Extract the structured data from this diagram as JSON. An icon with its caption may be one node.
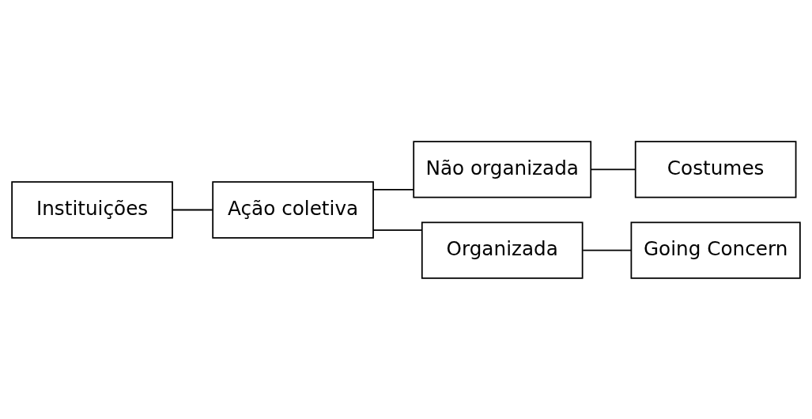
{
  "diagram": {
    "nodes": [
      {
        "text": [
          "Instituições"
        ]
      },
      {
        "text": [
          "Ação coletiva"
        ]
      },
      {
        "text": [
          "Não organizada"
        ]
      },
      {
        "text": [
          "Organizada"
        ]
      },
      {
        "text": [
          "Costumes"
        ]
      },
      {
        "text": [
          "Going Concern"
        ]
      }
    ],
    "edges": [
      {
        "from": 0,
        "to": 1,
        "arrow": "none"
      },
      {
        "from": 1,
        "to": 2,
        "arrow": "none"
      },
      {
        "from": 1,
        "to": 3,
        "arrow": "none"
      },
      {
        "from": 2,
        "to": 4,
        "arrow": "none"
      },
      {
        "from": 3,
        "to": 5,
        "arrow": "none"
      }
    ]
  }
}
